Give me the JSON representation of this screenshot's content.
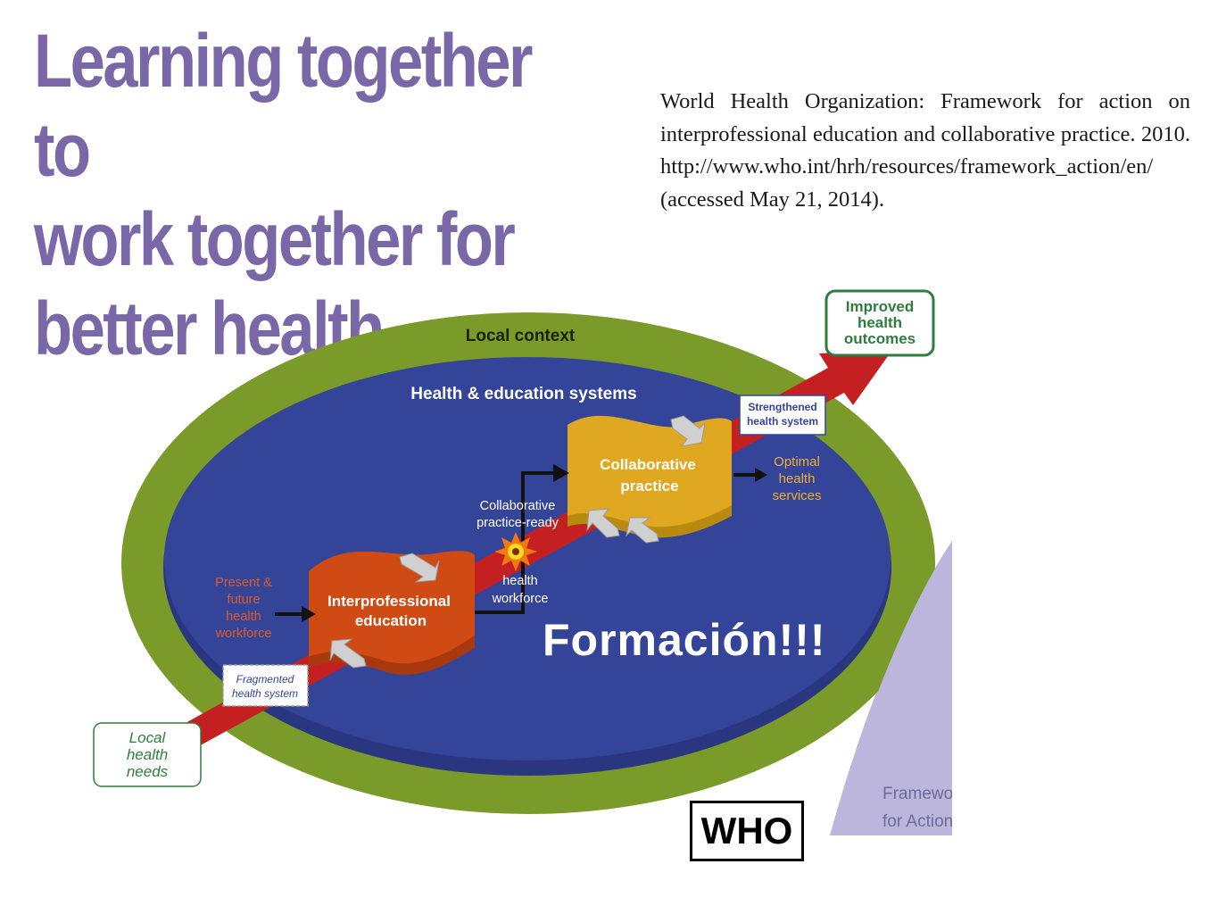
{
  "title": {
    "line1": "Learning together to",
    "line2": "work together for",
    "line3": "better health"
  },
  "citation": "World Health Organization: Framework for action on interprofessional education and collaborative practice. 2010. http://www.who.int/hrh/resources/framework_action/en/ (accessed May 21, 2014).",
  "diagram": {
    "local_context": "Local context",
    "systems": "Health & education systems",
    "improved": [
      "Improved",
      "health",
      "outcomes"
    ],
    "strengthened": [
      "Strengthened",
      "health system"
    ],
    "optimal": [
      "Optimal",
      "health",
      "services"
    ],
    "collaborative_practice": [
      "Collaborative",
      "practice"
    ],
    "cp_ready": [
      "Collaborative",
      "practice-ready"
    ],
    "health_workforce": [
      "health",
      "workforce"
    ],
    "present_future": [
      "Present &",
      "future",
      "health",
      "workforce"
    ],
    "ipe": [
      "Interprofessional",
      "education"
    ],
    "fragmented": [
      "Fragmented",
      "health system"
    ],
    "local_needs": [
      "Local",
      "health",
      "needs"
    ],
    "framework": [
      "Framewor",
      "for Action"
    ]
  },
  "overlay": {
    "formacion": "Formación!!!",
    "who": "WHO"
  },
  "colors": {
    "title_purple": "#7a67a8",
    "outer_ring": "#7a9a2a",
    "inner_blue": "#334499",
    "arrow_red": "#c42022",
    "ipe_orange": "#d04a14",
    "cp_gold": "#e0a820",
    "label_green": "#2e7d3e",
    "lavender": "#bcb6dc"
  }
}
